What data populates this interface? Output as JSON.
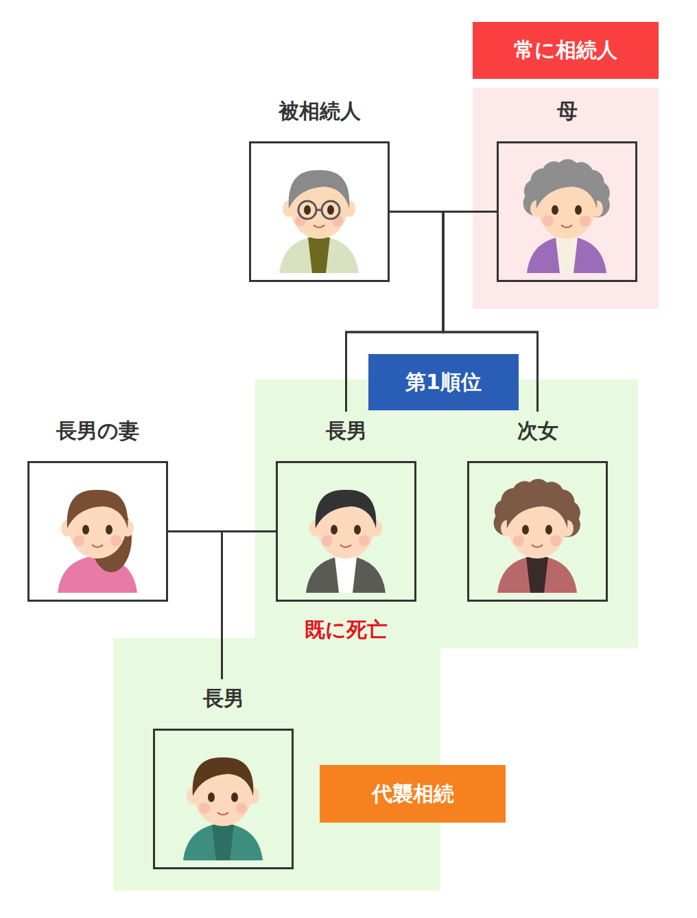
{
  "diagram": {
    "nodes": [
      {
        "text": [
          "常に相続人"
        ]
      },
      {
        "text": [
          "被相続人"
        ]
      },
      {
        "text": [
          "母"
        ]
      },
      {
        "text": [
          "第1順位"
        ]
      },
      {
        "text": [
          "長男の妻"
        ]
      },
      {
        "text": [
          "長男",
          "既に死亡"
        ]
      },
      {
        "text": [
          "次女"
        ]
      },
      {
        "text": [
          "長男"
        ]
      },
      {
        "text": [
          "代襲相続"
        ]
      }
    ],
    "edges": [
      {
        "from": 1,
        "to": 2,
        "arrow": "none"
      },
      {
        "from": 1,
        "to": 5,
        "arrow": "none"
      },
      {
        "from": 2,
        "to": 5,
        "arrow": "none"
      },
      {
        "from": 1,
        "to": 6,
        "arrow": "none"
      },
      {
        "from": 2,
        "to": 6,
        "arrow": "none"
      },
      {
        "from": 4,
        "to": 5,
        "arrow": "none"
      },
      {
        "from": 4,
        "to": 7,
        "arrow": "none"
      },
      {
        "from": 5,
        "to": 7,
        "arrow": "none"
      }
    ]
  }
}
